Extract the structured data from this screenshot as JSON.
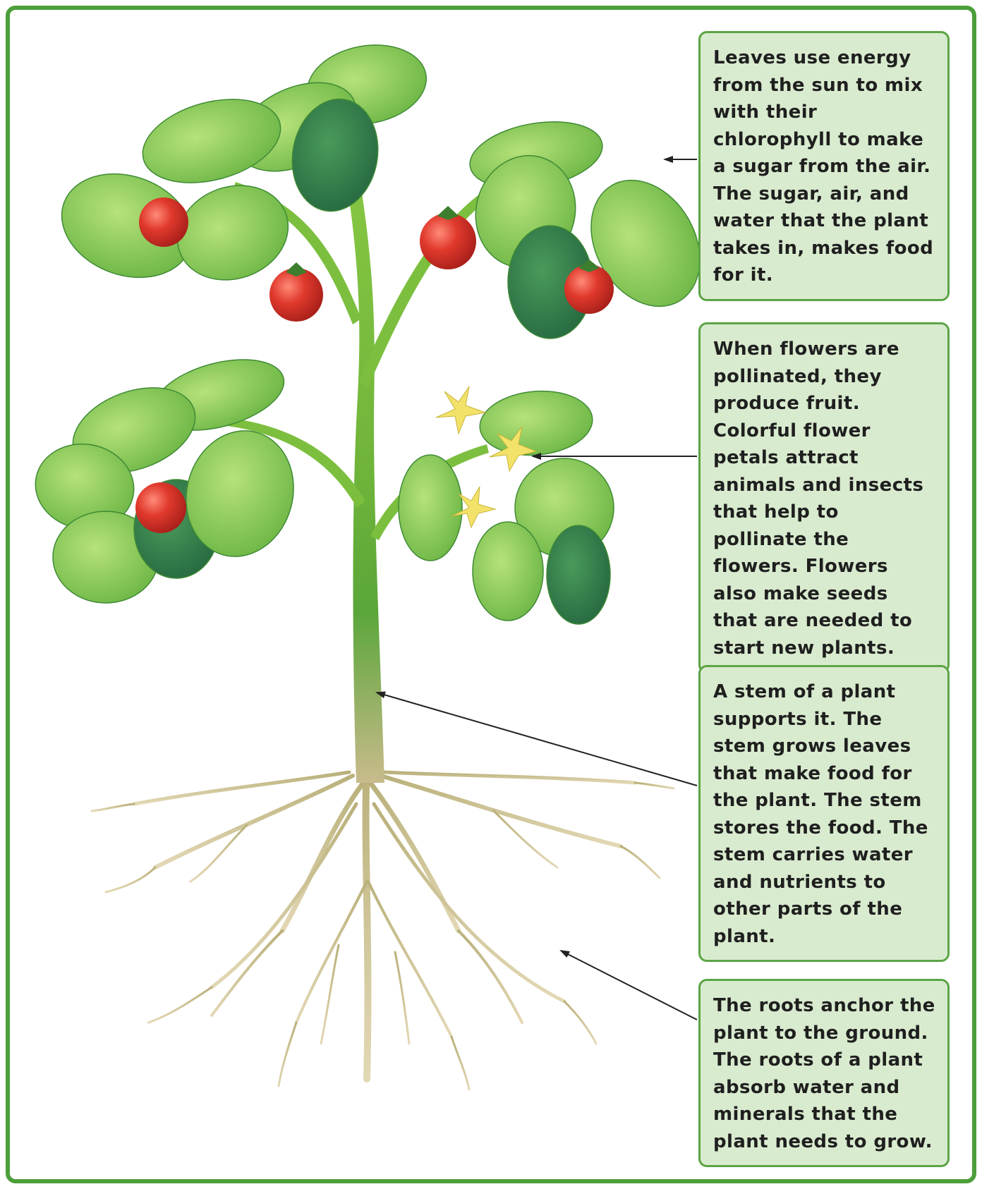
{
  "diagram": {
    "callouts": [
      {
        "id": "leaves",
        "text": "Leaves use energy from the sun to mix with their chlorophyll to make a sugar from the air. The sugar, air, and water that the plant takes in, makes food for it."
      },
      {
        "id": "flowers",
        "text": "When flowers are pollinated, they produce fruit. Colorful flower petals attract animals and insects that help to pollinate the flowers. Flowers also make seeds that are needed to start new plants."
      },
      {
        "id": "stem",
        "text": "A stem of a plant supports it. The stem grows leaves that make food for the plant. The stem stores the food. The stem carries water and nutrients to other parts of the plant."
      },
      {
        "id": "roots",
        "text": "The roots anchor the plant to the ground. The roots of a plant absorb water and minerals that the plant needs to grow."
      }
    ],
    "colors": {
      "frame": "#4c9e3a",
      "callout_fill": "#d9ebcf",
      "callout_border": "#5ba545",
      "leaf_light": "#7cc444",
      "leaf_dark": "#2e7d4a",
      "stem": "#79b83c",
      "root": "#d6c9a0",
      "tomato": "#d7322a",
      "flower": "#f3e26a"
    }
  }
}
